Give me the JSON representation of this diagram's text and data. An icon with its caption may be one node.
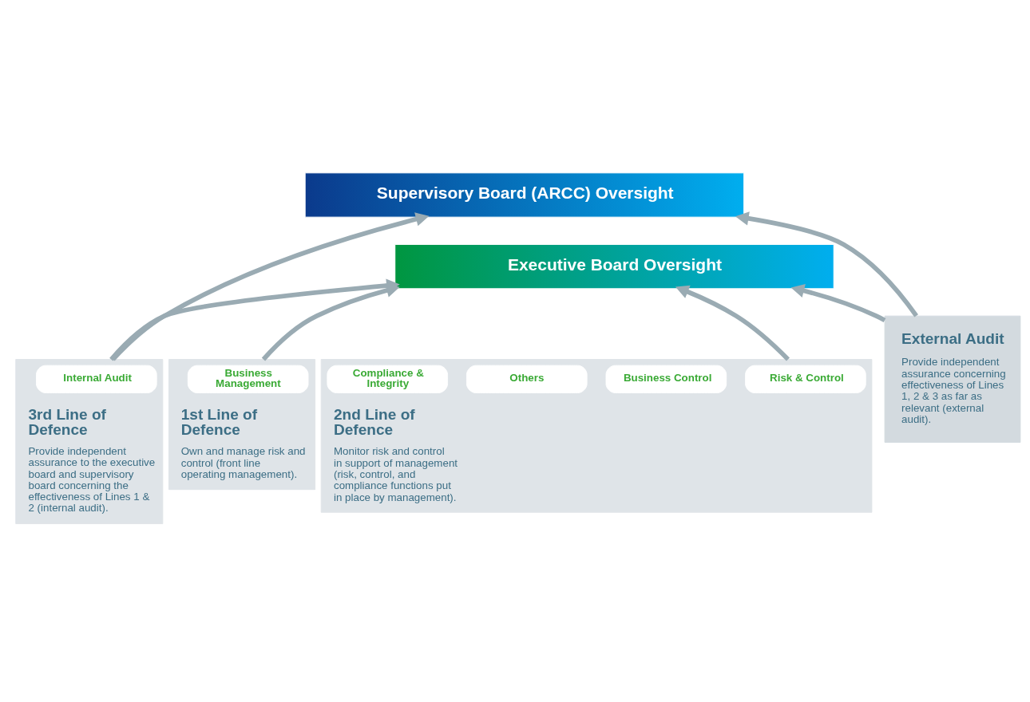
{
  "diagram": {
    "nodes": [
      {
        "text": [
          "Supervisory Board (ARCC) Oversight"
        ]
      },
      {
        "text": [
          "Executive Board Oversight"
        ]
      },
      {
        "text": [
          "1st Line of Defence",
          "Own and manage risk and control (front line operating management)."
        ]
      },
      {
        "text": [
          "Business Management"
        ],
        "in": 2
      },
      {
        "text": [
          "2nd Line of Defence",
          "Monitor risk and control in support of management (risk, control, and compliance functions put in place by management)."
        ]
      },
      {
        "text": [
          "Risk & Control"
        ],
        "in": 4
      },
      {
        "text": [
          "Business Control"
        ],
        "in": 4
      },
      {
        "text": [
          "Others"
        ],
        "in": 4
      },
      {
        "text": [
          "Compliance & Integrity"
        ],
        "in": 4
      },
      {
        "text": [
          "3rd Line of Defence",
          "Provide independent assurance to the executive board and supervisory board concerning the effectiveness of Lines 1 & 2 (internal audit)."
        ]
      },
      {
        "text": [
          "Internal Audit"
        ],
        "in": 9
      },
      {
        "text": [
          "External Audit",
          "Provide independent assurance concerning effectiveness of Lines 1, 2 & 3 as far as relevant (external audit)."
        ]
      }
    ],
    "edges": [
      {
        "from": 2,
        "to": 1,
        "arrow": "to"
      },
      {
        "from": 4,
        "to": 1,
        "arrow": "to"
      },
      {
        "from": 9,
        "to": 1,
        "arrow": "to"
      },
      {
        "from": 9,
        "to": 0,
        "arrow": "to"
      },
      {
        "from": 11,
        "to": 0,
        "arrow": "to"
      },
      {
        "from": 11,
        "to": 1,
        "arrow": "to"
      }
    ]
  }
}
